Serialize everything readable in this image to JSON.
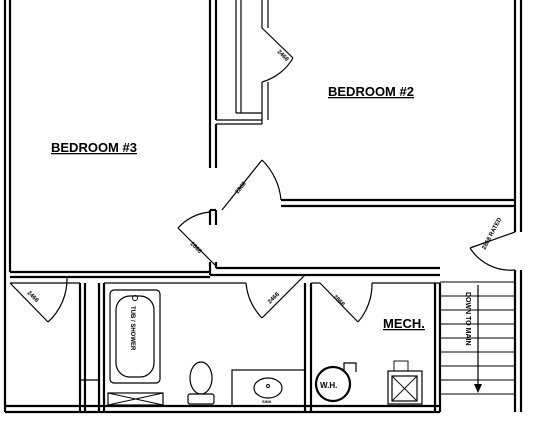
{
  "rooms": {
    "bedroom2": "BEDROOM #2",
    "bedroom3": "BEDROOM #3",
    "mech": "MECH."
  },
  "stairs": {
    "label": "DOWN TO MAIN"
  },
  "fixtures": {
    "tub": "TUB / SHOWER",
    "water_heater": "W.H.",
    "sink": "SINK"
  },
  "doors": {
    "bed2_closet": "2468",
    "bed2_entry": "2868",
    "bed3_entry": "2868",
    "bed3_closet": "2468",
    "bath_entry": "2468",
    "mech_entry": "2868",
    "stair_rated": "2868 RATED"
  }
}
